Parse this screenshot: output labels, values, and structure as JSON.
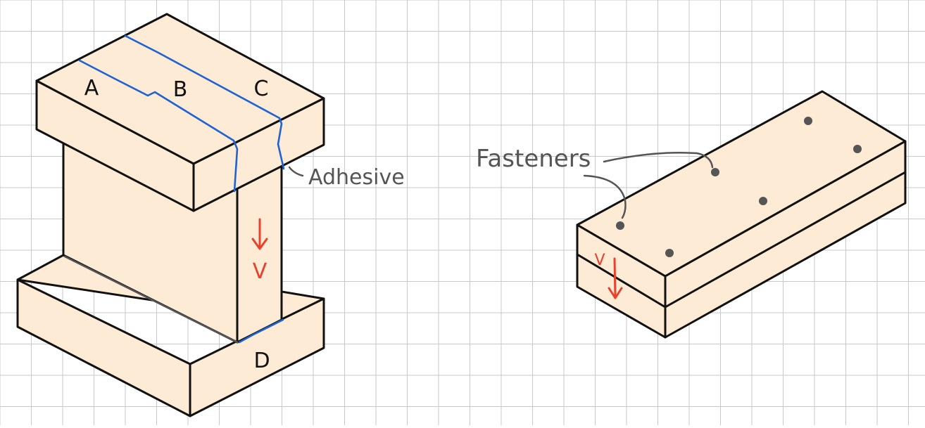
{
  "colors": {
    "grid": "#c8c8c8",
    "wood_fill": "#fdebd6",
    "outline": "#111111",
    "adhesive": "#1f62d6",
    "shear_arrow": "#e8412c",
    "annotation": "#555555"
  },
  "left_figure": {
    "labels": {
      "a": "A",
      "b": "B",
      "c": "C",
      "d": "D"
    },
    "shear_label": "V",
    "adhesive_label": "Adhesive"
  },
  "right_figure": {
    "shear_label": "V",
    "fasteners_label": "Fasteners"
  }
}
